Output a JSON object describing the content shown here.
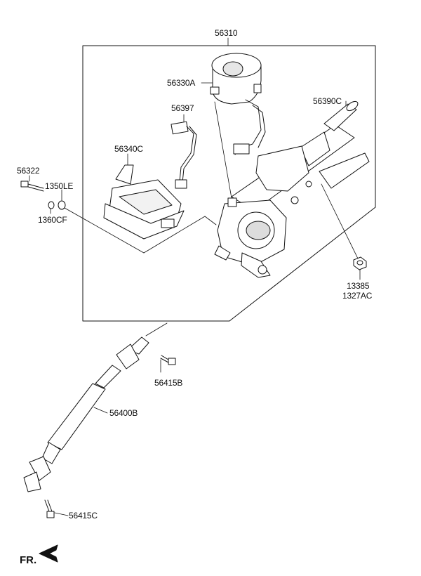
{
  "parts": {
    "assembly": "56310",
    "motor": "56330A",
    "harness": "56397",
    "ecu": "56340C",
    "column": "56390C",
    "bolt": "56322",
    "washer_a": "1350LE",
    "washer_b": "1360CF",
    "nut_a": "13385",
    "nut_b": "1327AC",
    "joint_bolt_upper": "56415B",
    "shaft": "56400B",
    "joint_bolt_lower": "56415C"
  },
  "direction": {
    "label": "FR.",
    "arrow_icon": "front-direction-arrow-icon"
  },
  "colors": {
    "line": "#111111",
    "background": "#ffffff"
  }
}
